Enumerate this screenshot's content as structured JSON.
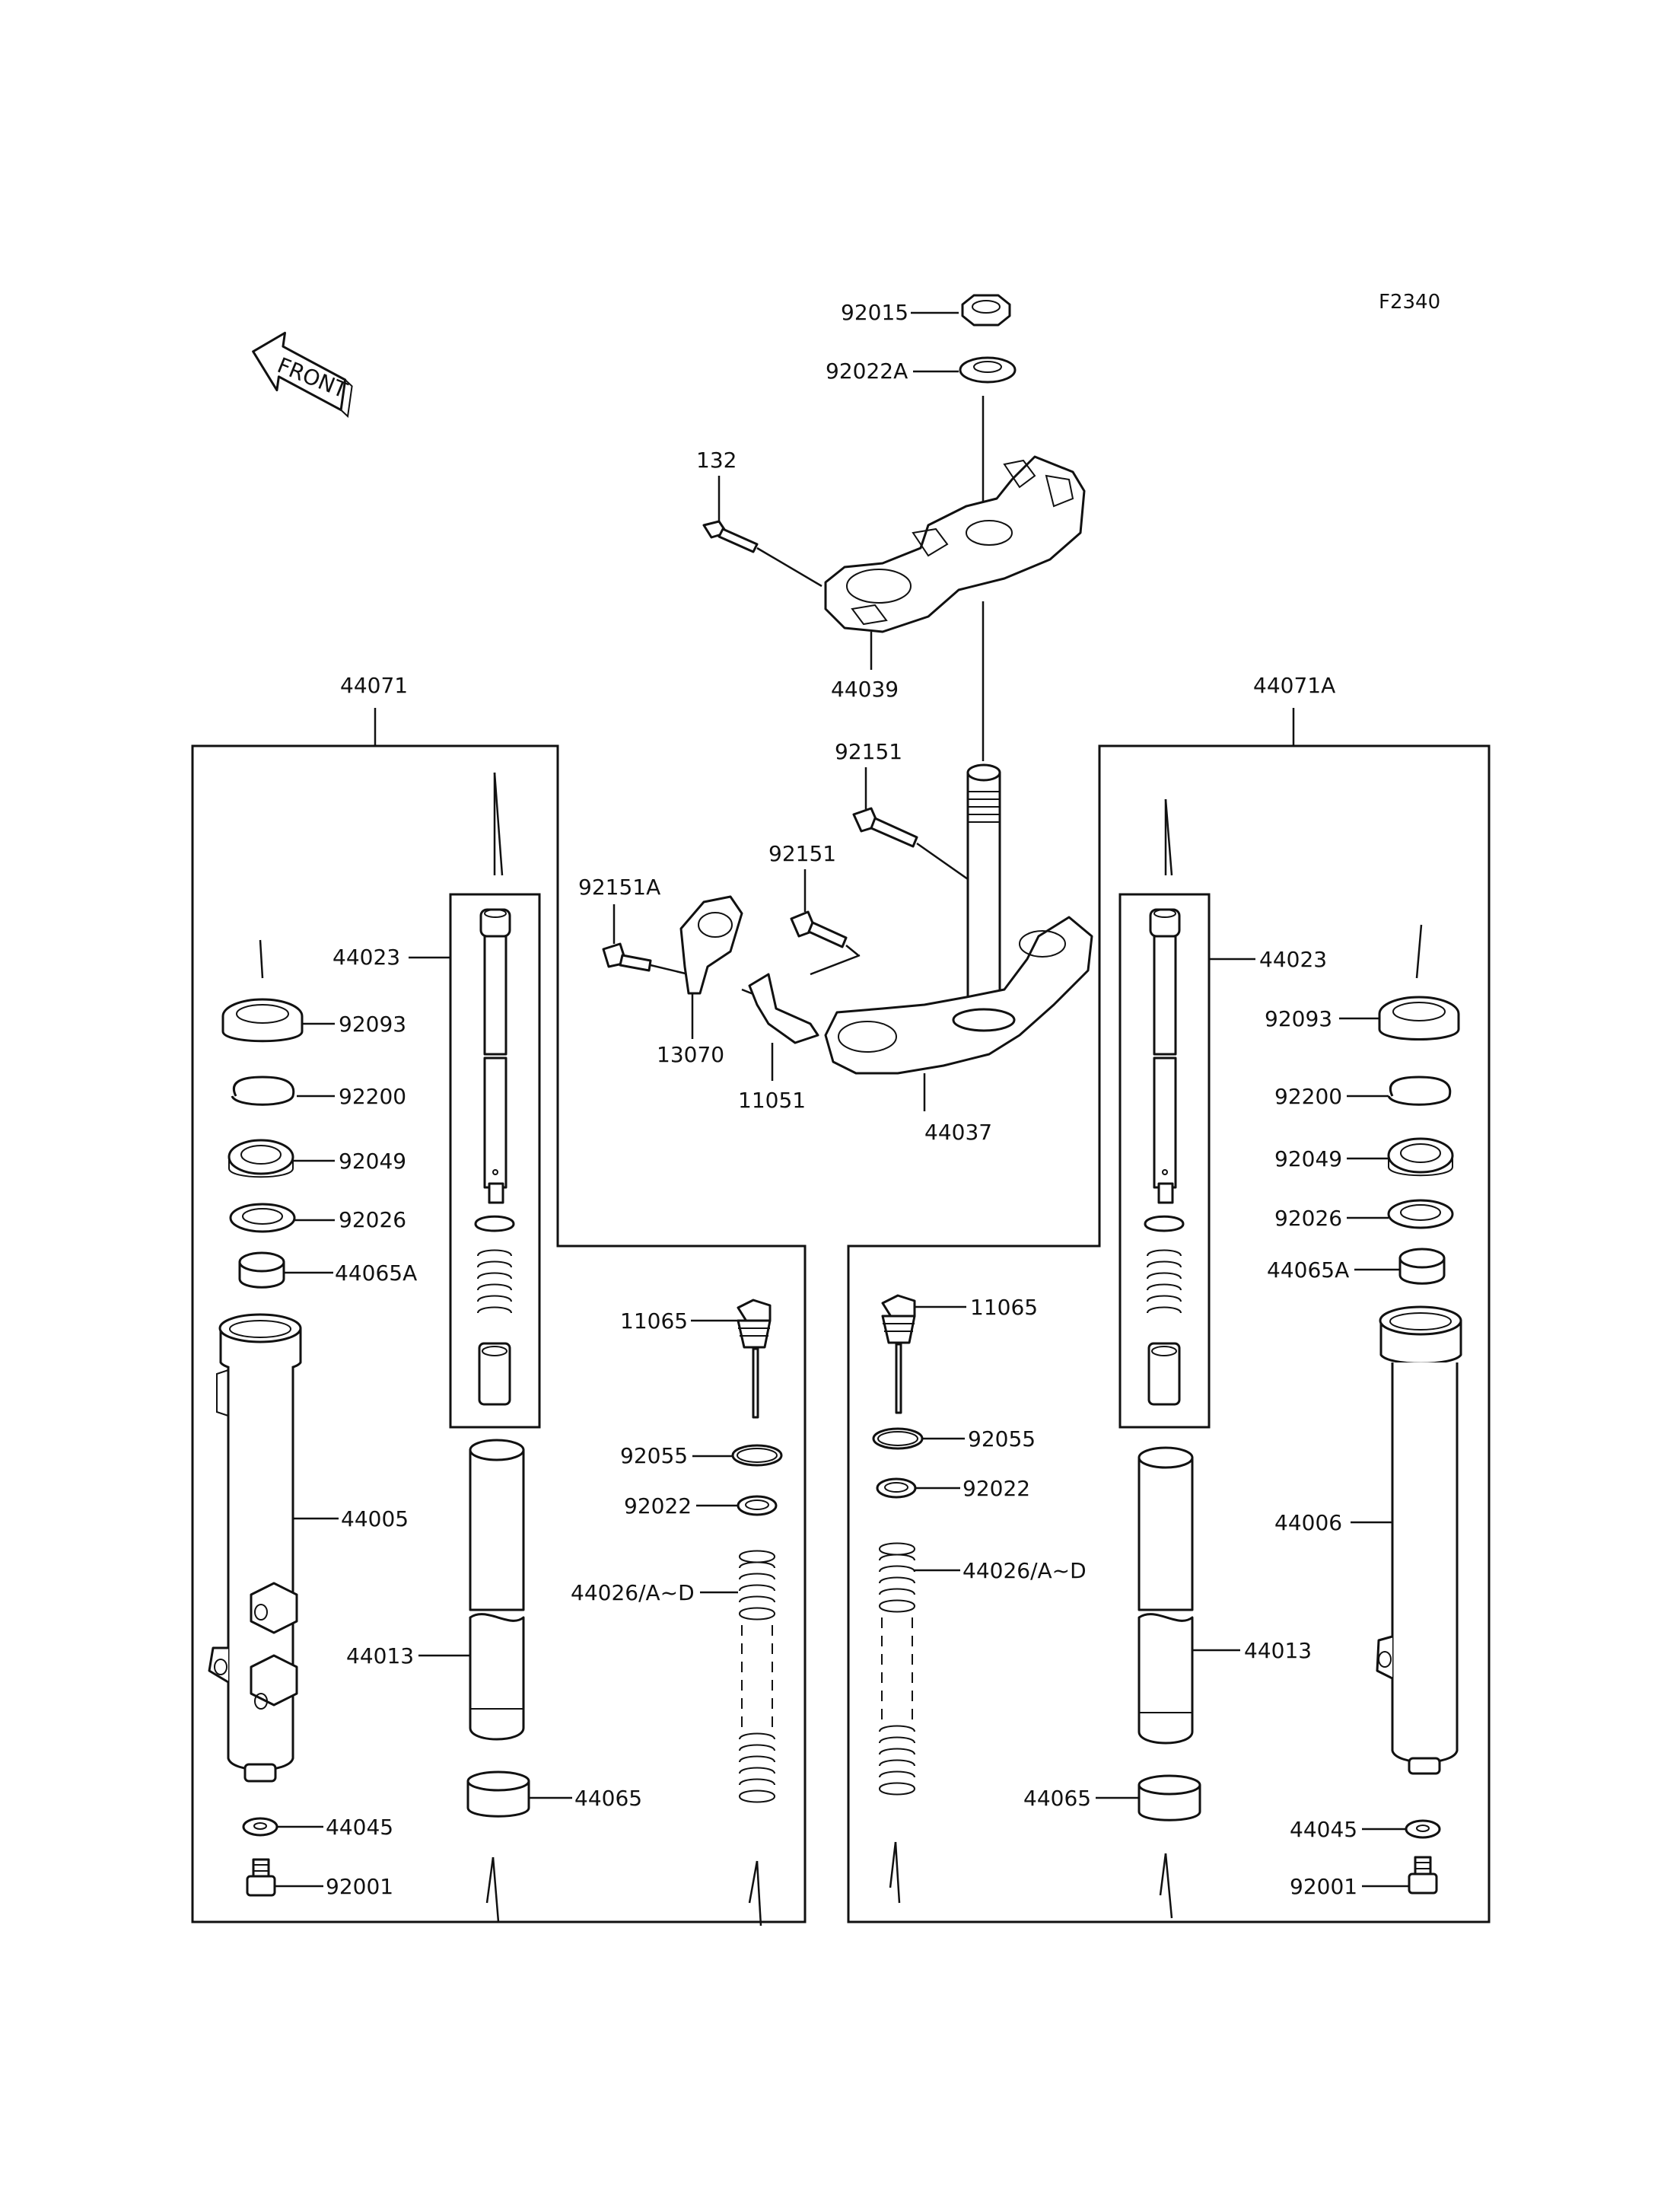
{
  "diagram": {
    "code": "F2340",
    "front_label": "FRONT",
    "labels": {
      "p92015": "92015",
      "p92022A": "92022A",
      "p132": "132",
      "p44039": "44039",
      "p44071": "44071",
      "p44071A": "44071A",
      "p92151_top": "92151",
      "p92151_mid": "92151",
      "p92151A": "92151A",
      "p13070": "13070",
      "p11051": "11051",
      "p44037": "44037",
      "left": {
        "p44023": "44023",
        "p92093": "92093",
        "p92200": "92200",
        "p92049": "92049",
        "p92026": "92026",
        "p44065A": "44065A",
        "p44005": "44005",
        "p44013": "44013",
        "p44045": "44045",
        "p92001": "92001",
        "p44065": "44065",
        "p11065": "11065",
        "p92055": "92055",
        "p92022": "92022",
        "p44026": "44026/A~D"
      },
      "right": {
        "p44023": "44023",
        "p92093": "92093",
        "p92200": "92200",
        "p92049": "92049",
        "p92026": "92026",
        "p44065A": "44065A",
        "p44006": "44006",
        "p44013": "44013",
        "p44045": "44045",
        "p92001": "92001",
        "p44065": "44065",
        "p11065": "11065",
        "p92055": "92055",
        "p92022": "92022",
        "p44026": "44026/A~D"
      }
    }
  }
}
